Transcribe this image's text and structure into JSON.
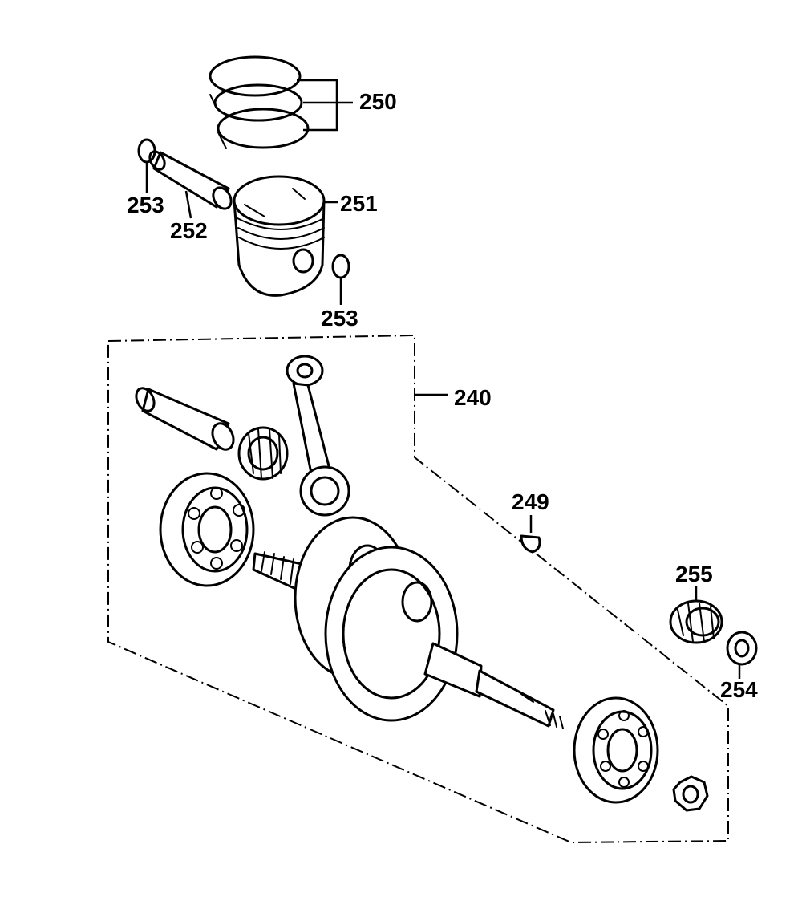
{
  "diagram": {
    "labels": {
      "p240": "240",
      "p249": "249",
      "p250": "250",
      "p251": "251",
      "p252": "252",
      "p253_left": "253",
      "p253_right": "253",
      "p254": "254",
      "p255": "255"
    }
  }
}
